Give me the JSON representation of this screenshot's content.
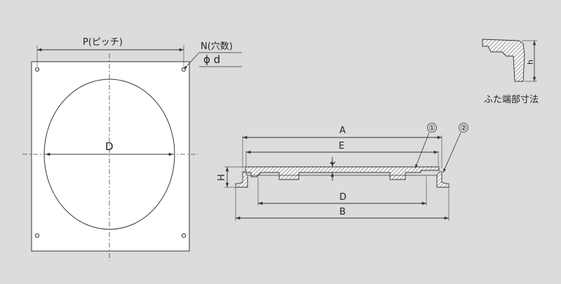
{
  "plan_view": {
    "pitch_label": "P(ピッチ)",
    "holes_label": "N(穴数)",
    "hole_dia_label": "ϕ d",
    "diameter_label": "D"
  },
  "section_view": {
    "dim_a": "A",
    "dim_e": "E",
    "dim_t": "t",
    "dim_h": "H",
    "dim_d": "D",
    "dim_b": "B",
    "part_1": "①",
    "part_2": "②"
  },
  "lid_detail": {
    "dim_h_small": "h",
    "caption": "ふた端部寸法"
  },
  "colors": {
    "background": "#dcdcdc",
    "line": "#333333",
    "plate": "#ffffff"
  }
}
